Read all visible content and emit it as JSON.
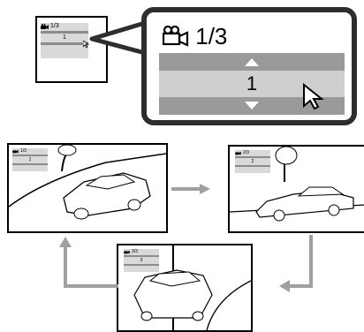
{
  "header_thumb": {
    "counter": "1/3",
    "value": "1"
  },
  "zoom_panel": {
    "counter": "1/3",
    "value": "1"
  },
  "scenes": [
    {
      "counter": "1/3",
      "value": "1"
    },
    {
      "counter": "2/3",
      "value": "2"
    },
    {
      "counter": "3/3",
      "value": "3"
    }
  ],
  "icons": {
    "camera": "video-camera-icon",
    "up": "triangle-up-icon",
    "down": "triangle-down-icon",
    "cursor": "pointer-arrow-icon"
  },
  "colors": {
    "arrow": "#a0a0a0",
    "bar": "#8c8c8c",
    "field": "#d0d0d0"
  }
}
